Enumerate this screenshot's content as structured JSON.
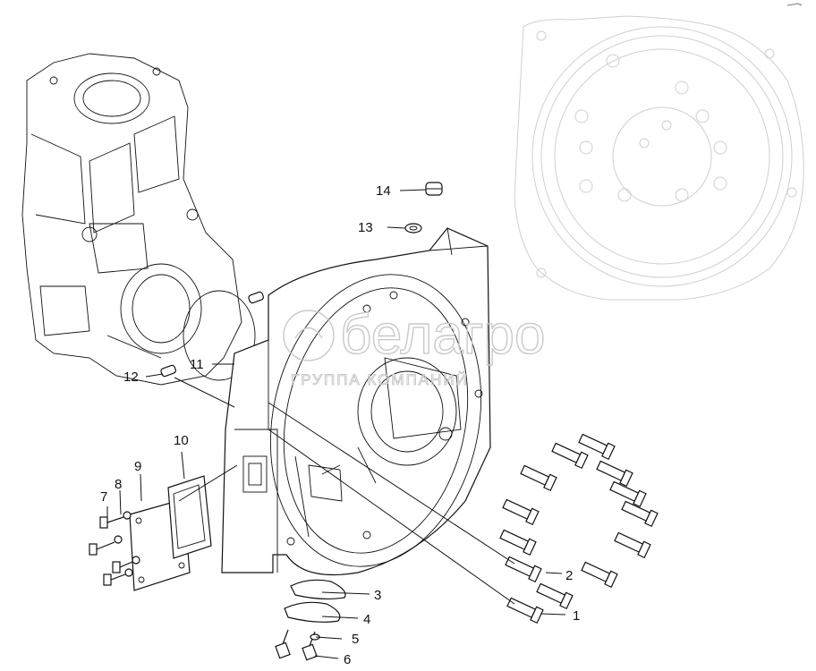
{
  "colors": {
    "ink": "#111111",
    "ghost": "#cfcfcf",
    "watermark": "#c9c9c9"
  },
  "watermark": {
    "brand": "белагро",
    "tagline": "ГРУППА КОМПАНИЙ",
    "icon": "belagro-logo-icon"
  },
  "labels": [
    {
      "id": "1",
      "text": "1"
    },
    {
      "id": "2",
      "text": "2"
    },
    {
      "id": "3",
      "text": "3"
    },
    {
      "id": "4",
      "text": "4"
    },
    {
      "id": "5",
      "text": "5"
    },
    {
      "id": "6",
      "text": "6"
    },
    {
      "id": "7",
      "text": "7"
    },
    {
      "id": "8",
      "text": "8"
    },
    {
      "id": "9",
      "text": "9"
    },
    {
      "id": "10",
      "text": "10"
    },
    {
      "id": "11",
      "text": "11"
    },
    {
      "id": "12",
      "text": "12"
    },
    {
      "id": "13",
      "text": "13"
    },
    {
      "id": "14",
      "text": "14"
    }
  ]
}
